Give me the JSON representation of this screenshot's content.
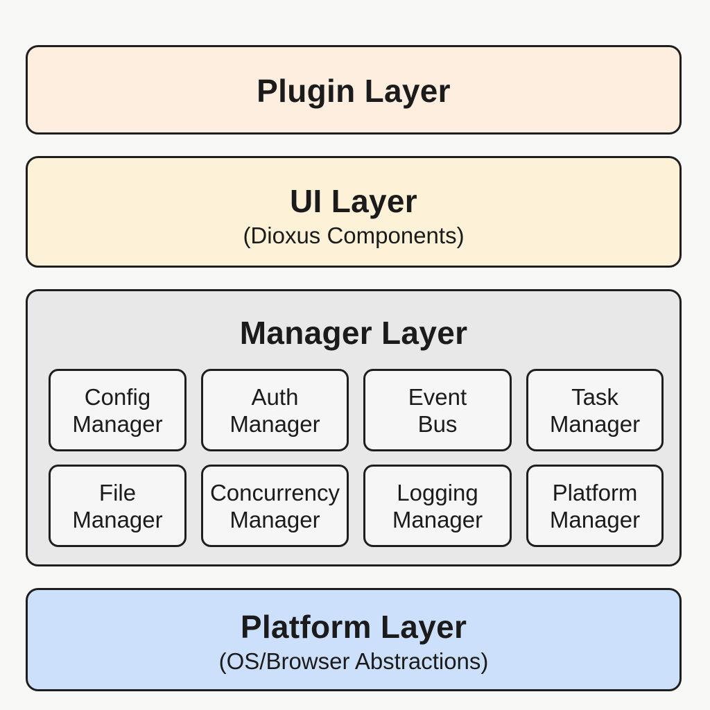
{
  "layers": {
    "plugin": {
      "title": "Plugin Layer"
    },
    "ui": {
      "title": "UI Layer",
      "subtitle": "(Dioxus Components)"
    },
    "manager": {
      "title": "Manager Layer",
      "modules": [
        {
          "line1": "Config",
          "line2": "Manager"
        },
        {
          "line1": "Auth",
          "line2": "Manager"
        },
        {
          "line1": "Event",
          "line2": "Bus"
        },
        {
          "line1": "Task",
          "line2": "Manager"
        },
        {
          "line1": "File",
          "line2": "Manager"
        },
        {
          "line1": "Concurrency",
          "line2": "Manager"
        },
        {
          "line1": "Logging",
          "line2": "Manager"
        },
        {
          "line1": "Platform",
          "line2": "Manager"
        }
      ]
    },
    "platform": {
      "title": "Platform Layer",
      "subtitle": "(OS/Browser Abstractions)"
    }
  },
  "colors": {
    "plugin_fill": "#fdeee0",
    "ui_fill": "#fdf1d8",
    "manager_fill": "#e8e8e8",
    "module_fill": "#f6f6f6",
    "platform_fill": "#cce0fb",
    "border": "#1e1e1e"
  }
}
